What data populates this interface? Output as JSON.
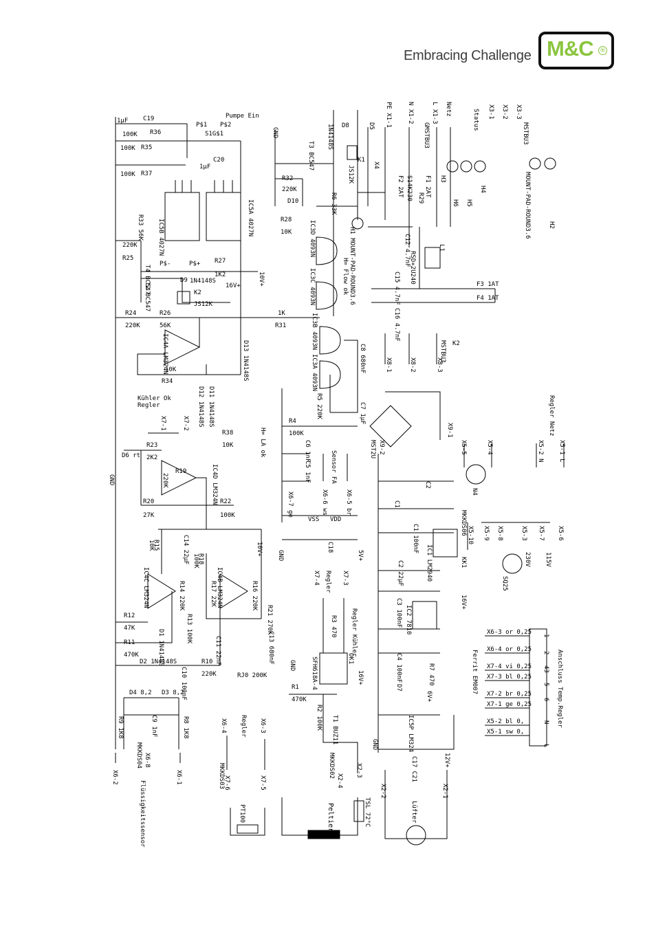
{
  "header": {
    "tagline": "Embracing Challenge",
    "logo_text": "M&C",
    "logo_mark": "®",
    "brand_color": "#8bc53f"
  },
  "schematic": {
    "labels": [
      {
        "id": "c19",
        "text": "C19"
      },
      {
        "id": "c19v",
        "text": "1µF"
      },
      {
        "id": "pumpe",
        "text": "Pumpe Ein"
      },
      {
        "id": "ps1",
        "text": "P$1"
      },
      {
        "id": "ps2",
        "text": "P$2"
      },
      {
        "id": "s1g",
        "text": "S1G$1"
      },
      {
        "id": "r36",
        "text": "R36"
      },
      {
        "id": "r36v",
        "text": "100K"
      },
      {
        "id": "r35",
        "text": "R35"
      },
      {
        "id": "r35v",
        "text": "100K"
      },
      {
        "id": "r37",
        "text": "R37"
      },
      {
        "id": "r37v",
        "text": "100K"
      },
      {
        "id": "c20",
        "text": "C20"
      },
      {
        "id": "c20v",
        "text": "1µF"
      },
      {
        "id": "ic5b",
        "text": "IC5B 4027N"
      },
      {
        "id": "ic5a",
        "text": "IC5A 4027N"
      },
      {
        "id": "r33",
        "text": "R33 56K"
      },
      {
        "id": "r25v",
        "text": "220K"
      },
      {
        "id": "r25",
        "text": "R25"
      },
      {
        "id": "t4",
        "text": "T4 BC547"
      },
      {
        "id": "t2",
        "text": "T2 BC547"
      },
      {
        "id": "psplus",
        "text": "P$+"
      },
      {
        "id": "psminus",
        "text": "P$-"
      },
      {
        "id": "r27",
        "text": "R27"
      },
      {
        "id": "r27v",
        "text": "1K2"
      },
      {
        "id": "d9",
        "text": "D9"
      },
      {
        "id": "d9v",
        "text": "1N4148S"
      },
      {
        "id": "k2",
        "text": "K2"
      },
      {
        "id": "js12k",
        "text": "JS12K"
      },
      {
        "id": "16v",
        "text": "16V+"
      },
      {
        "id": "10v",
        "text": "10V+"
      },
      {
        "id": "r24",
        "text": "R24"
      },
      {
        "id": "r24v",
        "text": "220K"
      },
      {
        "id": "r26",
        "text": "R26"
      },
      {
        "id": "r26v",
        "text": "56K"
      },
      {
        "id": "r31",
        "text": "R31"
      },
      {
        "id": "r31v",
        "text": "1K"
      },
      {
        "id": "ic4a",
        "text": "IC4A LM324N"
      },
      {
        "id": "d13",
        "text": "D13 1N4148S"
      },
      {
        "id": "r34",
        "text": "R34"
      },
      {
        "id": "r34v",
        "text": "10K"
      },
      {
        "id": "kuhler",
        "text": "Kühler Ok"
      },
      {
        "id": "regler",
        "text": "Regler"
      },
      {
        "id": "x7-1",
        "text": "X7-1"
      },
      {
        "id": "x7-2",
        "text": "X7-2"
      },
      {
        "id": "d12",
        "text": "D12 1N4148S"
      },
      {
        "id": "d11",
        "text": "D11 1N4148S"
      },
      {
        "id": "r38",
        "text": "R38"
      },
      {
        "id": "r38v",
        "text": "10K"
      },
      {
        "id": "la",
        "text": "H= LA ok"
      },
      {
        "id": "d6",
        "text": "D6 rt"
      },
      {
        "id": "r23",
        "text": "R23"
      },
      {
        "id": "r23v",
        "text": "2K2"
      },
      {
        "id": "ic4d",
        "text": "IC4D LM324N"
      },
      {
        "id": "r19",
        "text": "R19"
      },
      {
        "id": "r19v",
        "text": "220K"
      },
      {
        "id": "gnd1",
        "text": "GND"
      },
      {
        "id": "r20",
        "text": "R20"
      },
      {
        "id": "r20v",
        "text": "27K"
      },
      {
        "id": "r22",
        "text": "R22"
      },
      {
        "id": "r22v",
        "text": "100K"
      },
      {
        "id": "c14",
        "text": "C14 22µF"
      },
      {
        "id": "r15",
        "text": "R15"
      },
      {
        "id": "r15v",
        "text": "10K"
      },
      {
        "id": "r18",
        "text": "R18"
      },
      {
        "id": "r18v",
        "text": "100K"
      },
      {
        "id": "10v2",
        "text": "10V+"
      },
      {
        "id": "ic4c",
        "text": "IC4C LM324N"
      },
      {
        "id": "ic4b",
        "text": "IC4B LM324N"
      },
      {
        "id": "r14",
        "text": "R14 220K"
      },
      {
        "id": "r17",
        "text": "R17 22K"
      },
      {
        "id": "r16",
        "text": "R16 220K"
      },
      {
        "id": "r12",
        "text": "R12"
      },
      {
        "id": "r12v",
        "text": "47K"
      },
      {
        "id": "r13",
        "text": "R13 100K"
      },
      {
        "id": "r21",
        "text": "R21 270K"
      },
      {
        "id": "c11",
        "text": "C11 22nF"
      },
      {
        "id": "c13",
        "text": "C13 680nF"
      },
      {
        "id": "r11",
        "text": "R11"
      },
      {
        "id": "r11v",
        "text": "470K"
      },
      {
        "id": "d1",
        "text": "D1 1N4148S"
      },
      {
        "id": "d2",
        "text": "D2 1N4148S"
      },
      {
        "id": "r10",
        "text": "R10"
      },
      {
        "id": "r10v",
        "text": "220K"
      },
      {
        "id": "c10",
        "text": "C10 100nF"
      },
      {
        "id": "rj0",
        "text": "RJ0 200K"
      },
      {
        "id": "d4",
        "text": "D4 8,2"
      },
      {
        "id": "d3",
        "text": "D3 8,2"
      },
      {
        "id": "r9",
        "text": "R9 1K8"
      },
      {
        "id": "c9",
        "text": "C9 1nF"
      },
      {
        "id": "r8",
        "text": "R8 1K8"
      },
      {
        "id": "x6-2",
        "text": "X6-2"
      },
      {
        "id": "x6-8",
        "text": "X6-8"
      },
      {
        "id": "x6-1",
        "text": "X6-1"
      },
      {
        "id": "mkkds04",
        "text": "MKKDS04"
      },
      {
        "id": "flussig",
        "text": "Flüssigkeitssensor"
      },
      {
        "id": "x6-4",
        "text": "X6-4"
      },
      {
        "id": "x6-3",
        "text": "X6-3"
      },
      {
        "id": "regler2",
        "text": "Regler"
      },
      {
        "id": "mkkds03",
        "text": "MKKDS03"
      },
      {
        "id": "x7-6",
        "text": "X7-6"
      },
      {
        "id": "x7-5",
        "text": "X7-5"
      },
      {
        "id": "pt100",
        "text": "PT100"
      },
      {
        "id": "gnd2",
        "text": "GND"
      },
      {
        "id": "x4",
        "text": "X4"
      },
      {
        "id": "d8",
        "text": "D8"
      },
      {
        "id": "d5",
        "text": "D5"
      },
      {
        "id": "1n4148",
        "text": "1N4148S"
      },
      {
        "id": "t3",
        "text": "T3 BC547"
      },
      {
        "id": "k1",
        "text": "K1"
      },
      {
        "id": "js12k2",
        "text": "JS12K"
      },
      {
        "id": "r32",
        "text": "R32"
      },
      {
        "id": "r32v",
        "text": "220K"
      },
      {
        "id": "r6",
        "text": "R6 33K"
      },
      {
        "id": "d10",
        "text": "D10"
      },
      {
        "id": "r28",
        "text": "R28"
      },
      {
        "id": "r28v",
        "text": "10K"
      },
      {
        "id": "ic3d",
        "text": "IC3D 4093N"
      },
      {
        "id": "ic3c",
        "text": "IC3C 4093N"
      },
      {
        "id": "ic3b",
        "text": "IC3B 4093N"
      },
      {
        "id": "ic3a",
        "text": "IC3A 4093N"
      },
      {
        "id": "flow",
        "text": "H= Flow ok"
      },
      {
        "id": "h1",
        "text": "H1 MOUNT-PAD-ROUND3.6"
      },
      {
        "id": "c8",
        "text": "C8 680nF"
      },
      {
        "id": "r5",
        "text": "R5 220K"
      },
      {
        "id": "c7",
        "text": "C7 1µF"
      },
      {
        "id": "r4",
        "text": "R4"
      },
      {
        "id": "r4v",
        "text": "100K"
      },
      {
        "id": "c6",
        "text": "C6 1nF"
      },
      {
        "id": "c5",
        "text": "C5 1nF"
      },
      {
        "id": "sensor",
        "text": "Sensor FA"
      },
      {
        "id": "x6-7",
        "text": "X6-7 ge"
      },
      {
        "id": "x6-6",
        "text": "X6-6 ws"
      },
      {
        "id": "x6-5",
        "text": "X6-5 br"
      },
      {
        "id": "vss",
        "text": "VSS"
      },
      {
        "id": "vdd",
        "text": "VDD"
      },
      {
        "id": "c18",
        "text": "C18"
      },
      {
        "id": "5v",
        "text": "5V+"
      },
      {
        "id": "gnd3",
        "text": "GND"
      },
      {
        "id": "pe",
        "text": "PE X1-1"
      },
      {
        "id": "n",
        "text": "N X1-2"
      },
      {
        "id": "l",
        "text": "L X1-3"
      },
      {
        "id": "netz",
        "text": "Netz"
      },
      {
        "id": "gmstb",
        "text": "GMSTBU3"
      },
      {
        "id": "status",
        "text": "Status"
      },
      {
        "id": "x3-1",
        "text": "X3-1"
      },
      {
        "id": "x3-2",
        "text": "X3-2"
      },
      {
        "id": "x3-3",
        "text": "X3-3"
      },
      {
        "id": "mstbu3",
        "text": "MSTBU3"
      },
      {
        "id": "f2",
        "text": "F2 2AT"
      },
      {
        "id": "s14k",
        "text": "S14K230"
      },
      {
        "id": "r29",
        "text": "R29"
      },
      {
        "id": "f1",
        "text": "F1 2AT"
      },
      {
        "id": "c12",
        "text": "C12 4.7nF"
      },
      {
        "id": "l1",
        "text": "L1"
      },
      {
        "id": "rsd",
        "text": "RSD+2U240"
      },
      {
        "id": "h6",
        "text": "H6"
      },
      {
        "id": "h5",
        "text": "H5"
      },
      {
        "id": "h4",
        "text": "H4"
      },
      {
        "id": "h3",
        "text": "H3"
      },
      {
        "id": "h2",
        "text": "H2"
      },
      {
        "id": "mpr",
        "text": "MOUNT-PAD-ROUND3.6"
      },
      {
        "id": "c15",
        "text": "C15 4.7nF"
      },
      {
        "id": "c16",
        "text": "C16 4.7nF"
      },
      {
        "id": "f3",
        "text": "F3 1AT"
      },
      {
        "id": "f4",
        "text": "F4 1AT"
      },
      {
        "id": "k2b",
        "text": "K2"
      },
      {
        "id": "x8-1",
        "text": "X8-1"
      },
      {
        "id": "x8-2",
        "text": "X8-2"
      },
      {
        "id": "x8-3",
        "text": "X8-3"
      },
      {
        "id": "mstbu32",
        "text": "MSTBU3"
      },
      {
        "id": "reglernetz",
        "text": "Regler Netz"
      },
      {
        "id": "x9-2",
        "text": "X9-2"
      },
      {
        "id": "x9-1",
        "text": "X9-1"
      },
      {
        "id": "mst2u",
        "text": "MST2U"
      },
      {
        "id": "x5-5",
        "text": "X5-5"
      },
      {
        "id": "x5-4",
        "text": "X5-4"
      },
      {
        "id": "x5-2",
        "text": "X5-2 N"
      },
      {
        "id": "x5-1",
        "text": "X5-1 L"
      },
      {
        "id": "n4",
        "text": "N4"
      },
      {
        "id": "c2",
        "text": "C2"
      },
      {
        "id": "c1",
        "text": "C1"
      },
      {
        "id": "mkkds06",
        "text": "MKKDS06"
      },
      {
        "id": "x5-10",
        "text": "X5-10"
      },
      {
        "id": "x5-9",
        "text": "X5-9"
      },
      {
        "id": "x5-8",
        "text": "X5-8"
      },
      {
        "id": "x5-3",
        "text": "X5-3"
      },
      {
        "id": "x5-7",
        "text": "X5-7"
      },
      {
        "id": "x5-6",
        "text": "X5-6"
      },
      {
        "id": "c1b",
        "text": "C1 100nF"
      },
      {
        "id": "ic1",
        "text": "IC1 LM2940"
      },
      {
        "id": "kk1",
        "text": "KK1"
      },
      {
        "id": "230v",
        "text": "230V"
      },
      {
        "id": "115v",
        "text": "115V"
      },
      {
        "id": "sq25",
        "text": "SQ25"
      },
      {
        "id": "c2b",
        "text": "C2 22µF"
      },
      {
        "id": "c3",
        "text": "C3 100nF"
      },
      {
        "id": "ic2",
        "text": "IC2 7810"
      },
      {
        "id": "16v2",
        "text": "16V+"
      },
      {
        "id": "c4",
        "text": "C4 100nF"
      },
      {
        "id": "r7",
        "text": "R7 470"
      },
      {
        "id": "d7",
        "text": "D7"
      },
      {
        "id": "6v",
        "text": "6V+"
      },
      {
        "id": "ic5p",
        "text": "IC5P LM324"
      },
      {
        "id": "c17",
        "text": "C17 C21"
      },
      {
        "id": "12v",
        "text": "12V+"
      },
      {
        "id": "gnd4",
        "text": "GND"
      },
      {
        "id": "x2-2",
        "text": "X2-2"
      },
      {
        "id": "x2-1",
        "text": "X2-1"
      },
      {
        "id": "lufter",
        "text": "Lüfter"
      },
      {
        "id": "ferrit",
        "text": "Ferrit EM007"
      },
      {
        "id": "anschluss",
        "text": "Anschluss Temp.Regler"
      },
      {
        "id": "x6-3o",
        "text": "X6-3 or 0,25"
      },
      {
        "id": "x6-4o",
        "text": "X6-4 or 0,25"
      },
      {
        "id": "x7-4v",
        "text": "X7-4 vi 0,25"
      },
      {
        "id": "x7-3b",
        "text": "X7-3 bl 0,25"
      },
      {
        "id": "x7-2b",
        "text": "X7-2 br 0,25"
      },
      {
        "id": "x7-1g",
        "text": "X7-1 ge 0,25"
      },
      {
        "id": "x5-2b",
        "text": "X5-2 bl 0,"
      },
      {
        "id": "x5-1s",
        "text": "X5-1 sw 0,"
      },
      {
        "id": "pin1",
        "text": "1"
      },
      {
        "id": "pin2",
        "text": "2"
      },
      {
        "id": "pin43",
        "text": "43"
      },
      {
        "id": "pin5",
        "text": "5"
      },
      {
        "id": "pin6",
        "text": "6"
      },
      {
        "id": "pinn",
        "text": "N"
      },
      {
        "id": "pinl",
        "text": "L"
      },
      {
        "id": "reglerkuhler",
        "text": "Regler Kühler"
      },
      {
        "id": "ok1",
        "text": "OK1"
      },
      {
        "id": "sfh",
        "text": "SFH618A-4"
      },
      {
        "id": "r3",
        "text": "R3 470"
      },
      {
        "id": "x7-4",
        "text": "X7-4"
      },
      {
        "id": "x7-3",
        "text": "X7-3"
      },
      {
        "id": "reglerb",
        "text": "Regler"
      },
      {
        "id": "r1",
        "text": "R1"
      },
      {
        "id": "r1v",
        "text": "470K"
      },
      {
        "id": "r2",
        "text": "R2 100K"
      },
      {
        "id": "t1",
        "text": "T1 BUZ11"
      },
      {
        "id": "16v3",
        "text": "16V+"
      },
      {
        "id": "gnd5",
        "text": "GND"
      },
      {
        "id": "mkkds02",
        "text": "MKKDS02"
      },
      {
        "id": "x2-4",
        "text": "X2-4"
      },
      {
        "id": "x2-3",
        "text": "X2-3"
      },
      {
        "id": "tsl",
        "text": "TSL 72°C"
      },
      {
        "id": "peltier",
        "text": "Peltier"
      }
    ]
  }
}
